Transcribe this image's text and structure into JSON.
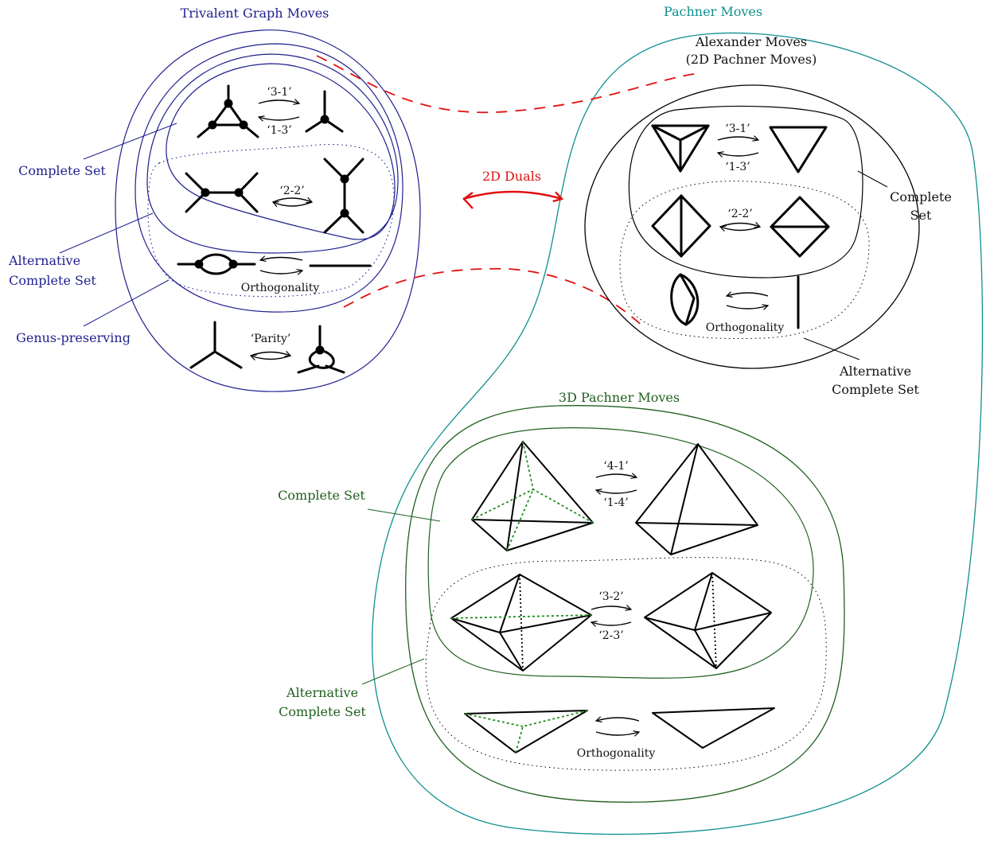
{
  "trivalent": {
    "title": "Trivalent Graph Moves",
    "move_31": "‘3-1’",
    "move_13": "‘1-3’",
    "move_22": "‘2-2’",
    "orthogonality": "Orthogonality",
    "parity": "‘Parity’",
    "complete_set": "Complete Set",
    "alt_line1": "Alternative",
    "alt_line2": "Complete Set",
    "genus": "Genus-preserving"
  },
  "duals": {
    "label": "2D Duals"
  },
  "pachner": {
    "title": "Pachner Moves",
    "alexander_line1": "Alexander Moves",
    "alexander_line2": "(2D Pachner Moves)",
    "move_31": "‘3-1’",
    "move_13": "‘1-3’",
    "move_22": "‘2-2’",
    "orthogonality": "Orthogonality",
    "complete_line1": "Complete",
    "complete_line2": "Set",
    "alt_line1": "Alternative",
    "alt_line2": "Complete Set"
  },
  "pachner3d": {
    "title": "3D Pachner Moves",
    "move_41": "‘4-1’",
    "move_14": "‘1-4’",
    "move_32": "‘3-2’",
    "move_23": "‘2-3’",
    "orthogonality": "Orthogonality",
    "complete_set": "Complete Set",
    "alt_line1": "Alternative",
    "alt_line2": "Complete Set"
  },
  "colors": {
    "trivalent": "#1f1f8f",
    "pachner": "#0f8f8f",
    "pachner3d": "#1f5f1f",
    "duals": "#e01010",
    "hidden_edges": "#1f8f1f"
  }
}
